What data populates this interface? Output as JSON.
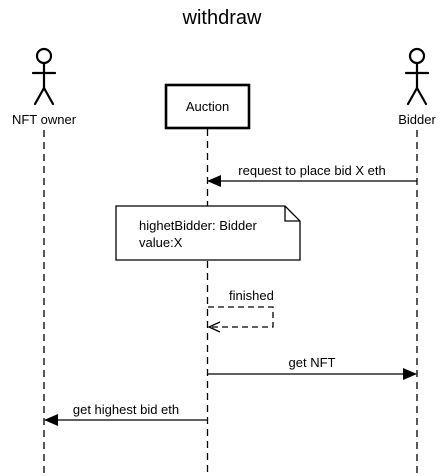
{
  "diagram": {
    "title": "withdraw",
    "participants": [
      {
        "id": "nft_owner",
        "label": "NFT owner",
        "kind": "actor"
      },
      {
        "id": "auction",
        "label": "Auction",
        "kind": "object"
      },
      {
        "id": "bidder",
        "label": "Bidder",
        "kind": "actor"
      }
    ],
    "messages": [
      {
        "from": "bidder",
        "to": "auction",
        "label": "request to place bid X eth",
        "style": "solid"
      },
      {
        "from": "auction",
        "to": "auction",
        "label": "finished",
        "style": "dashed-self"
      },
      {
        "from": "auction",
        "to": "bidder",
        "label": "get NFT",
        "style": "solid"
      },
      {
        "from": "auction",
        "to": "nft_owner",
        "label": "get highest bid eth",
        "style": "solid"
      }
    ],
    "note": {
      "line1": "highetBidder: Bidder",
      "line2": "value:X"
    }
  }
}
